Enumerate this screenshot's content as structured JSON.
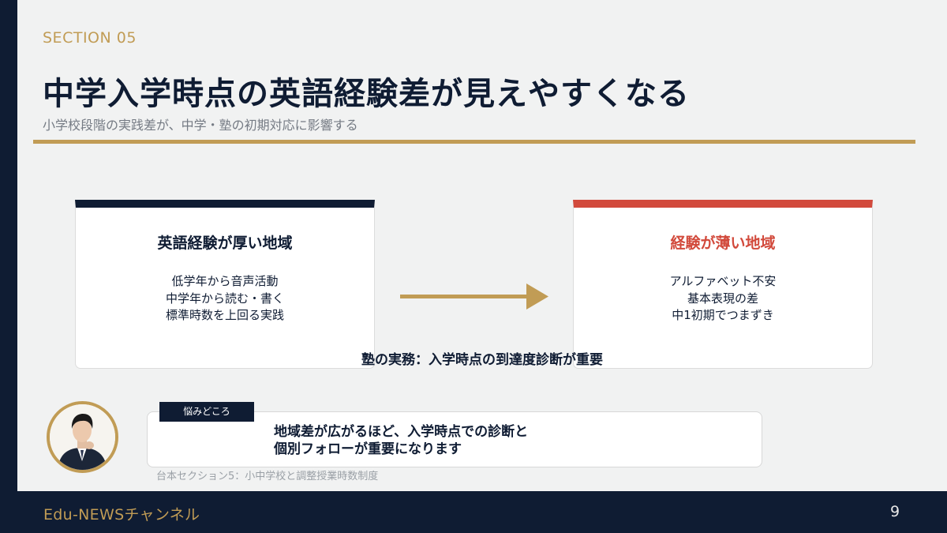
{
  "slide": {
    "section_label": "SECTION 05",
    "title": "中学入学時点の英語経験差が見えやすくなる",
    "subtitle": "小学校段階の実践差が、中学・塾の初期対応に影響する"
  },
  "comparison": {
    "left_card": {
      "heading": "英語経験が厚い地域",
      "items": [
        "低学年から音声活動",
        "中学年から読む・書く",
        "標準時数を上回る実践"
      ]
    },
    "arrow_icon": "right-arrow-icon",
    "right_card": {
      "heading": "経験が薄い地域",
      "items": [
        "アルファベット不安",
        "基本表現の差",
        "中1初期でつまずき"
      ]
    },
    "note": "塾の実務：入学時点の到達度診断が重要"
  },
  "callout": {
    "tag": "悩みどころ",
    "lines": [
      "地域差が広がるほど、入学時点での診断と",
      "個別フォローが重要になります"
    ],
    "avatar_icon": "presenter-avatar-icon"
  },
  "source": "台本セクション5：小中学校と調整授業時数制度",
  "footer": {
    "brand": "Edu-NEWSチャンネル",
    "page_number": "9"
  },
  "colors": {
    "navy": "#0f1c33",
    "gold": "#c19c55",
    "red": "#d24a3c",
    "background": "#f1f2f2"
  }
}
